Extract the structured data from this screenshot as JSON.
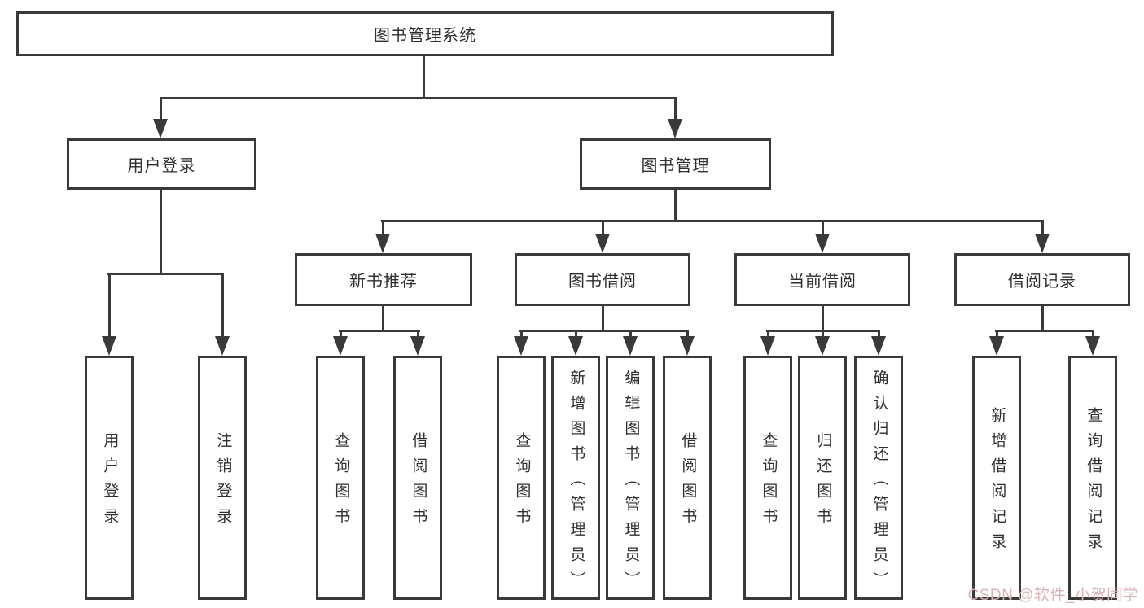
{
  "diagram": {
    "root": {
      "label": "图书管理系统"
    },
    "level2": [
      {
        "label": "用户登录"
      },
      {
        "label": "图书管理"
      }
    ],
    "level3": [
      {
        "label": "新书推荐"
      },
      {
        "label": "图书借阅"
      },
      {
        "label": "当前借阅"
      },
      {
        "label": "借阅记录"
      }
    ],
    "leaves": {
      "user_login": [
        {
          "label": "用户登录"
        },
        {
          "label": "注销登录"
        }
      ],
      "new_book_recommend": [
        {
          "label": "查询图书"
        },
        {
          "label": "借阅图书"
        }
      ],
      "book_borrowing": [
        {
          "label": "查询图书"
        },
        {
          "label": "新增图书（管理员）"
        },
        {
          "label": "编辑图书（管理员）"
        },
        {
          "label": "借阅图书"
        }
      ],
      "current_borrowing": [
        {
          "label": "查询图书"
        },
        {
          "label": "归还图书"
        },
        {
          "label": "确认归还（管理员）"
        }
      ],
      "borrowing_records": [
        {
          "label": "新增借阅记录"
        },
        {
          "label": "查询借阅记录"
        }
      ]
    }
  },
  "watermark": {
    "text": "CSDN @软件_小贺同学",
    "color": "#d9b2b6"
  },
  "colors": {
    "line": "#3a3a3a",
    "box_border": "#3a3a3a",
    "text": "#2f2f2f",
    "background": "#ffffff"
  }
}
